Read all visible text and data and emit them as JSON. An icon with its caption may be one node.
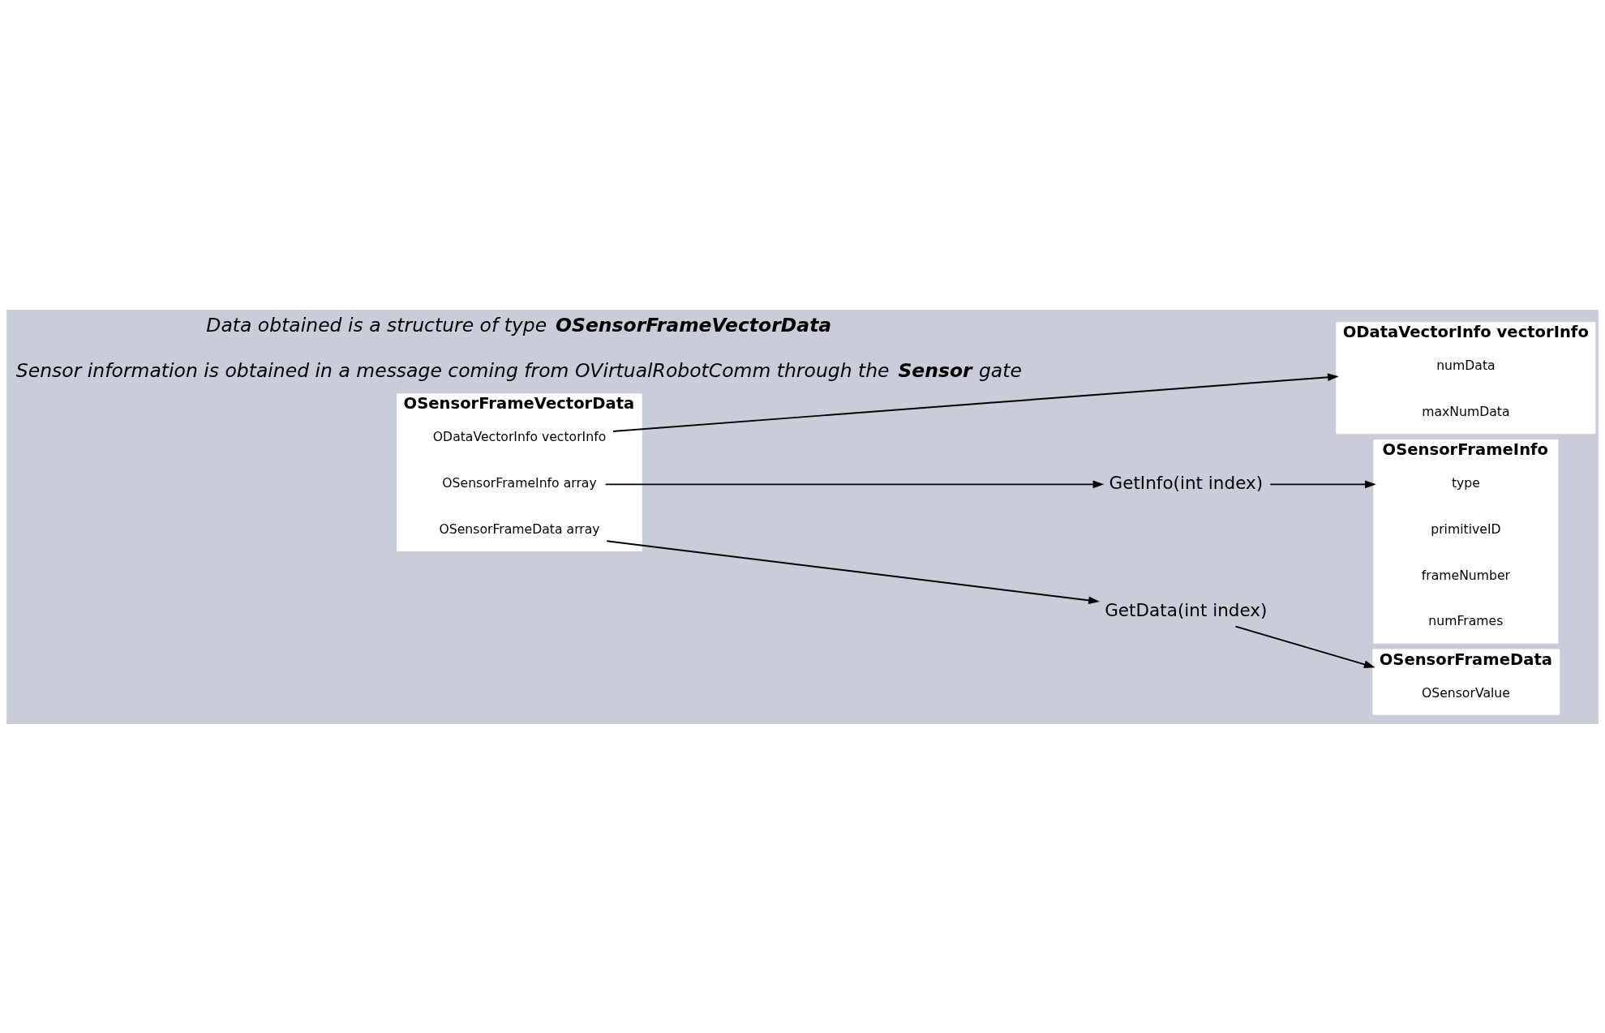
{
  "diagram": {
    "nodes": [
      {
        "text": [
          "OSensorFrameVectorData"
        ]
      },
      {
        "text": [
          "ODataVectorInfo vectorInfo"
        ],
        "in": 0
      },
      {
        "text": [
          "OSensorFrameInfo array"
        ],
        "in": 0
      },
      {
        "text": [
          "OSensorFrameData array"
        ],
        "in": 0
      },
      {
        "text": [
          "GetInfo(int index)"
        ]
      },
      {
        "text": [
          "GetData(int index)"
        ]
      },
      {
        "text": [
          "ODataVectorInfo vectorInfo"
        ]
      },
      {
        "text": [
          "numData"
        ],
        "in": 6
      },
      {
        "text": [
          "maxNumData"
        ],
        "in": 6
      },
      {
        "text": [
          "OSensorFrameInfo"
        ]
      },
      {
        "text": [
          "type"
        ],
        "in": 9
      },
      {
        "text": [
          "primitiveID"
        ],
        "in": 9
      },
      {
        "text": [
          "frameNumber"
        ],
        "in": 9
      },
      {
        "text": [
          "numFrames"
        ],
        "in": 9
      },
      {
        "text": [
          "OSensorFrameData"
        ]
      },
      {
        "text": [
          "OSensorValue"
        ],
        "in": 14
      }
    ],
    "edges": [
      {
        "from": 1,
        "to": 6,
        "arrow": "to"
      },
      {
        "from": 2,
        "to": 4,
        "arrow": "to"
      },
      {
        "from": 3,
        "to": 5,
        "arrow": "to"
      },
      {
        "from": 4,
        "to": 9,
        "arrow": "to"
      },
      {
        "from": 5,
        "to": 14,
        "arrow": "to"
      }
    ],
    "labels": [
      "Sensor information is obtained in a message coming from OVirtualRobotComm through the **Sensor** gate",
      "Data obtained is a structure of type **OSensorFrameVectorData**"
    ]
  }
}
